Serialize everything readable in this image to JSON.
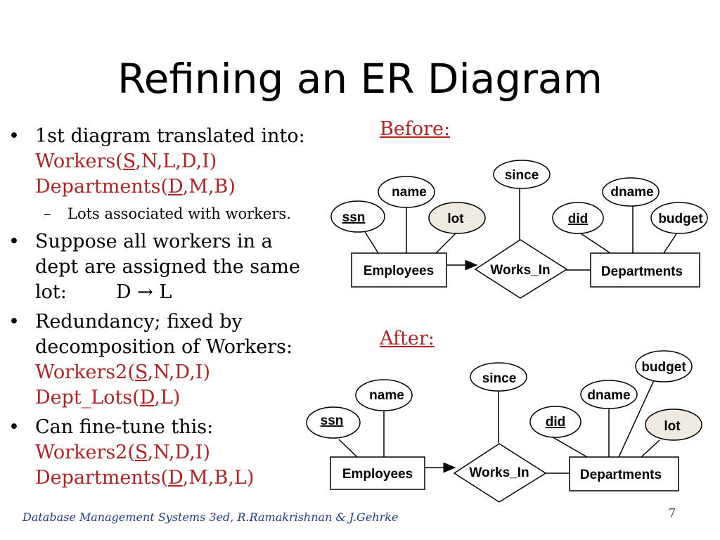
{
  "slide": {
    "title": "Refining an ER Diagram",
    "footer": "Database Management Systems 3ed, R.Ramakrishnan & J.Gehrke",
    "page_number": "7"
  },
  "bullets": {
    "b1": {
      "text": "1st diagram translated into:",
      "l1a": "Workers(",
      "l1k": "S",
      "l1b": ",N,L,D,I)",
      "l2a": "Departments(",
      "l2k": "D",
      "l2b": ",M,B)"
    },
    "sub1": "Lots associated with workers.",
    "b2": {
      "line1": "Suppose all workers in a",
      "line2": "dept are assigned the same",
      "line3": "lot:",
      "fd_left": "D",
      "arrow": "→",
      "fd_right": "L"
    },
    "b3": {
      "line1": "Redundancy; fixed by",
      "line2": "decomposition of Workers:",
      "l1a": "Workers2(",
      "l1k": "S",
      "l1b": ",N,D,I)",
      "l2a": "Dept_Lots(",
      "l2k": "D",
      "l2b": ",L)"
    },
    "b4": {
      "text": "Can fine-tune this:",
      "l1a": "Workers2(",
      "l1k": "S",
      "l1b": ",N,D,I)",
      "l2a": "Departments(",
      "l2k": "D",
      "l2b": ",M,B,L)"
    }
  },
  "before": {
    "label": "Before:",
    "entity_left": "Employees",
    "relationship": "Works_In",
    "entity_right": "Departments",
    "attrs": {
      "ssn": "ssn",
      "name": "name",
      "lot": "lot",
      "since": "since",
      "did": "did",
      "dname": "dname",
      "budget": "budget"
    }
  },
  "after": {
    "label": "After:",
    "entity_left": "Employees",
    "relationship": "Works_In",
    "entity_right": "Departments",
    "attrs": {
      "ssn": "ssn",
      "name": "name",
      "since": "since",
      "did": "did",
      "dname": "dname",
      "budget": "budget",
      "lot": "lot"
    }
  },
  "colors": {
    "accent_red": "#b22222",
    "lot_fill": "#eeeae0",
    "footer_blue": "#1f3c88"
  }
}
